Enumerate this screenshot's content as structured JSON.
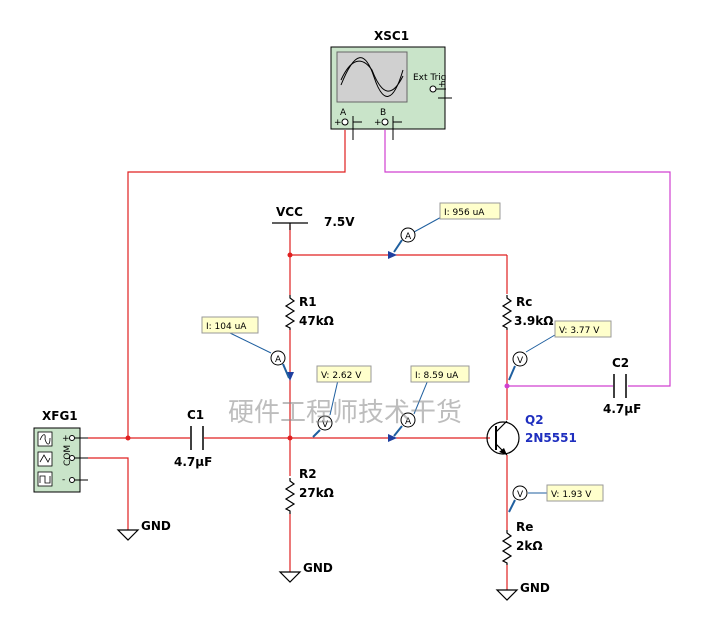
{
  "colors": {
    "red_wire": "#e02020",
    "magenta_wire": "#d040d0",
    "black": "#000000",
    "blue_label": "#1f2fbf",
    "probe_fill": "#ffffcc",
    "probe_line": "#1f5f9f",
    "instr_fill": "#c9e4c9"
  },
  "scope": {
    "name": "XSC1",
    "ch_a": "A",
    "ch_b": "B",
    "ext_trig": "Ext Trig",
    "plus": "+",
    "minus": "_"
  },
  "generator": {
    "name": "XFG1",
    "plus": "+",
    "com": "COM",
    "minus": "-"
  },
  "vcc": {
    "name": "VCC",
    "value": "7.5V"
  },
  "c1": {
    "name": "C1",
    "value": "4.7µF"
  },
  "c2": {
    "name": "C2",
    "value": "4.7µF"
  },
  "r1": {
    "name": "R1",
    "value": "47kΩ"
  },
  "r2": {
    "name": "R2",
    "value": "27kΩ"
  },
  "rc": {
    "name": "Rc",
    "value": "3.9kΩ"
  },
  "re": {
    "name": "Re",
    "value": "2kΩ"
  },
  "q2": {
    "name": "Q2",
    "model": "2N5551"
  },
  "gnd": {
    "label": "GND"
  },
  "probes": {
    "ic": {
      "symbol": "A",
      "text": "I: 956 uA"
    },
    "i_r1": {
      "symbol": "A",
      "text": "I: 104 uA"
    },
    "ib": {
      "symbol": "A",
      "text": "I: 8.59 uA"
    },
    "vb": {
      "symbol": "V",
      "text": "V: 2.62 V"
    },
    "vc": {
      "symbol": "V",
      "text": "V: 3.77 V"
    },
    "ve": {
      "symbol": "V",
      "text": "V: 1.93 V"
    }
  },
  "watermark": "硬件工程师技术干货"
}
